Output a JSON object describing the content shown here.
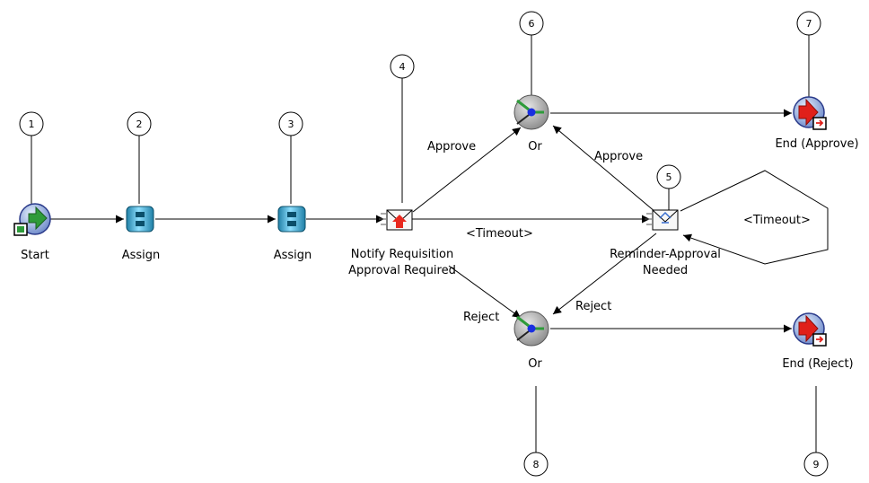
{
  "nodes": {
    "start": {
      "label": "Start"
    },
    "assign1": {
      "label": "Assign"
    },
    "assign2": {
      "label": "Assign"
    },
    "notify": {
      "label_line1": "Notify Requisition",
      "label_line2": "Approval Required"
    },
    "or_top": {
      "label": "Or"
    },
    "or_bottom": {
      "label": "Or"
    },
    "reminder": {
      "label_line1": "Reminder-Approval",
      "label_line2": "Needed"
    },
    "end_approve": {
      "label": "End (Approve)"
    },
    "end_reject": {
      "label": "End (Reject)"
    }
  },
  "edges": {
    "notify_approve": "Approve",
    "notify_timeout": "<Timeout>",
    "notify_reject": "Reject",
    "reminder_approve": "Approve",
    "reminder_reject": "Reject",
    "reminder_timeout": "<Timeout>"
  },
  "callouts": [
    "1",
    "2",
    "3",
    "4",
    "5",
    "6",
    "7",
    "8",
    "9"
  ],
  "colors": {
    "line": "#000000",
    "start_green": "#2e9b3a",
    "end_red": "#e0201a",
    "node_blue": "#3aa0c8",
    "or_grey": "#9a9a9a",
    "envelope_red": "#e8281e"
  }
}
